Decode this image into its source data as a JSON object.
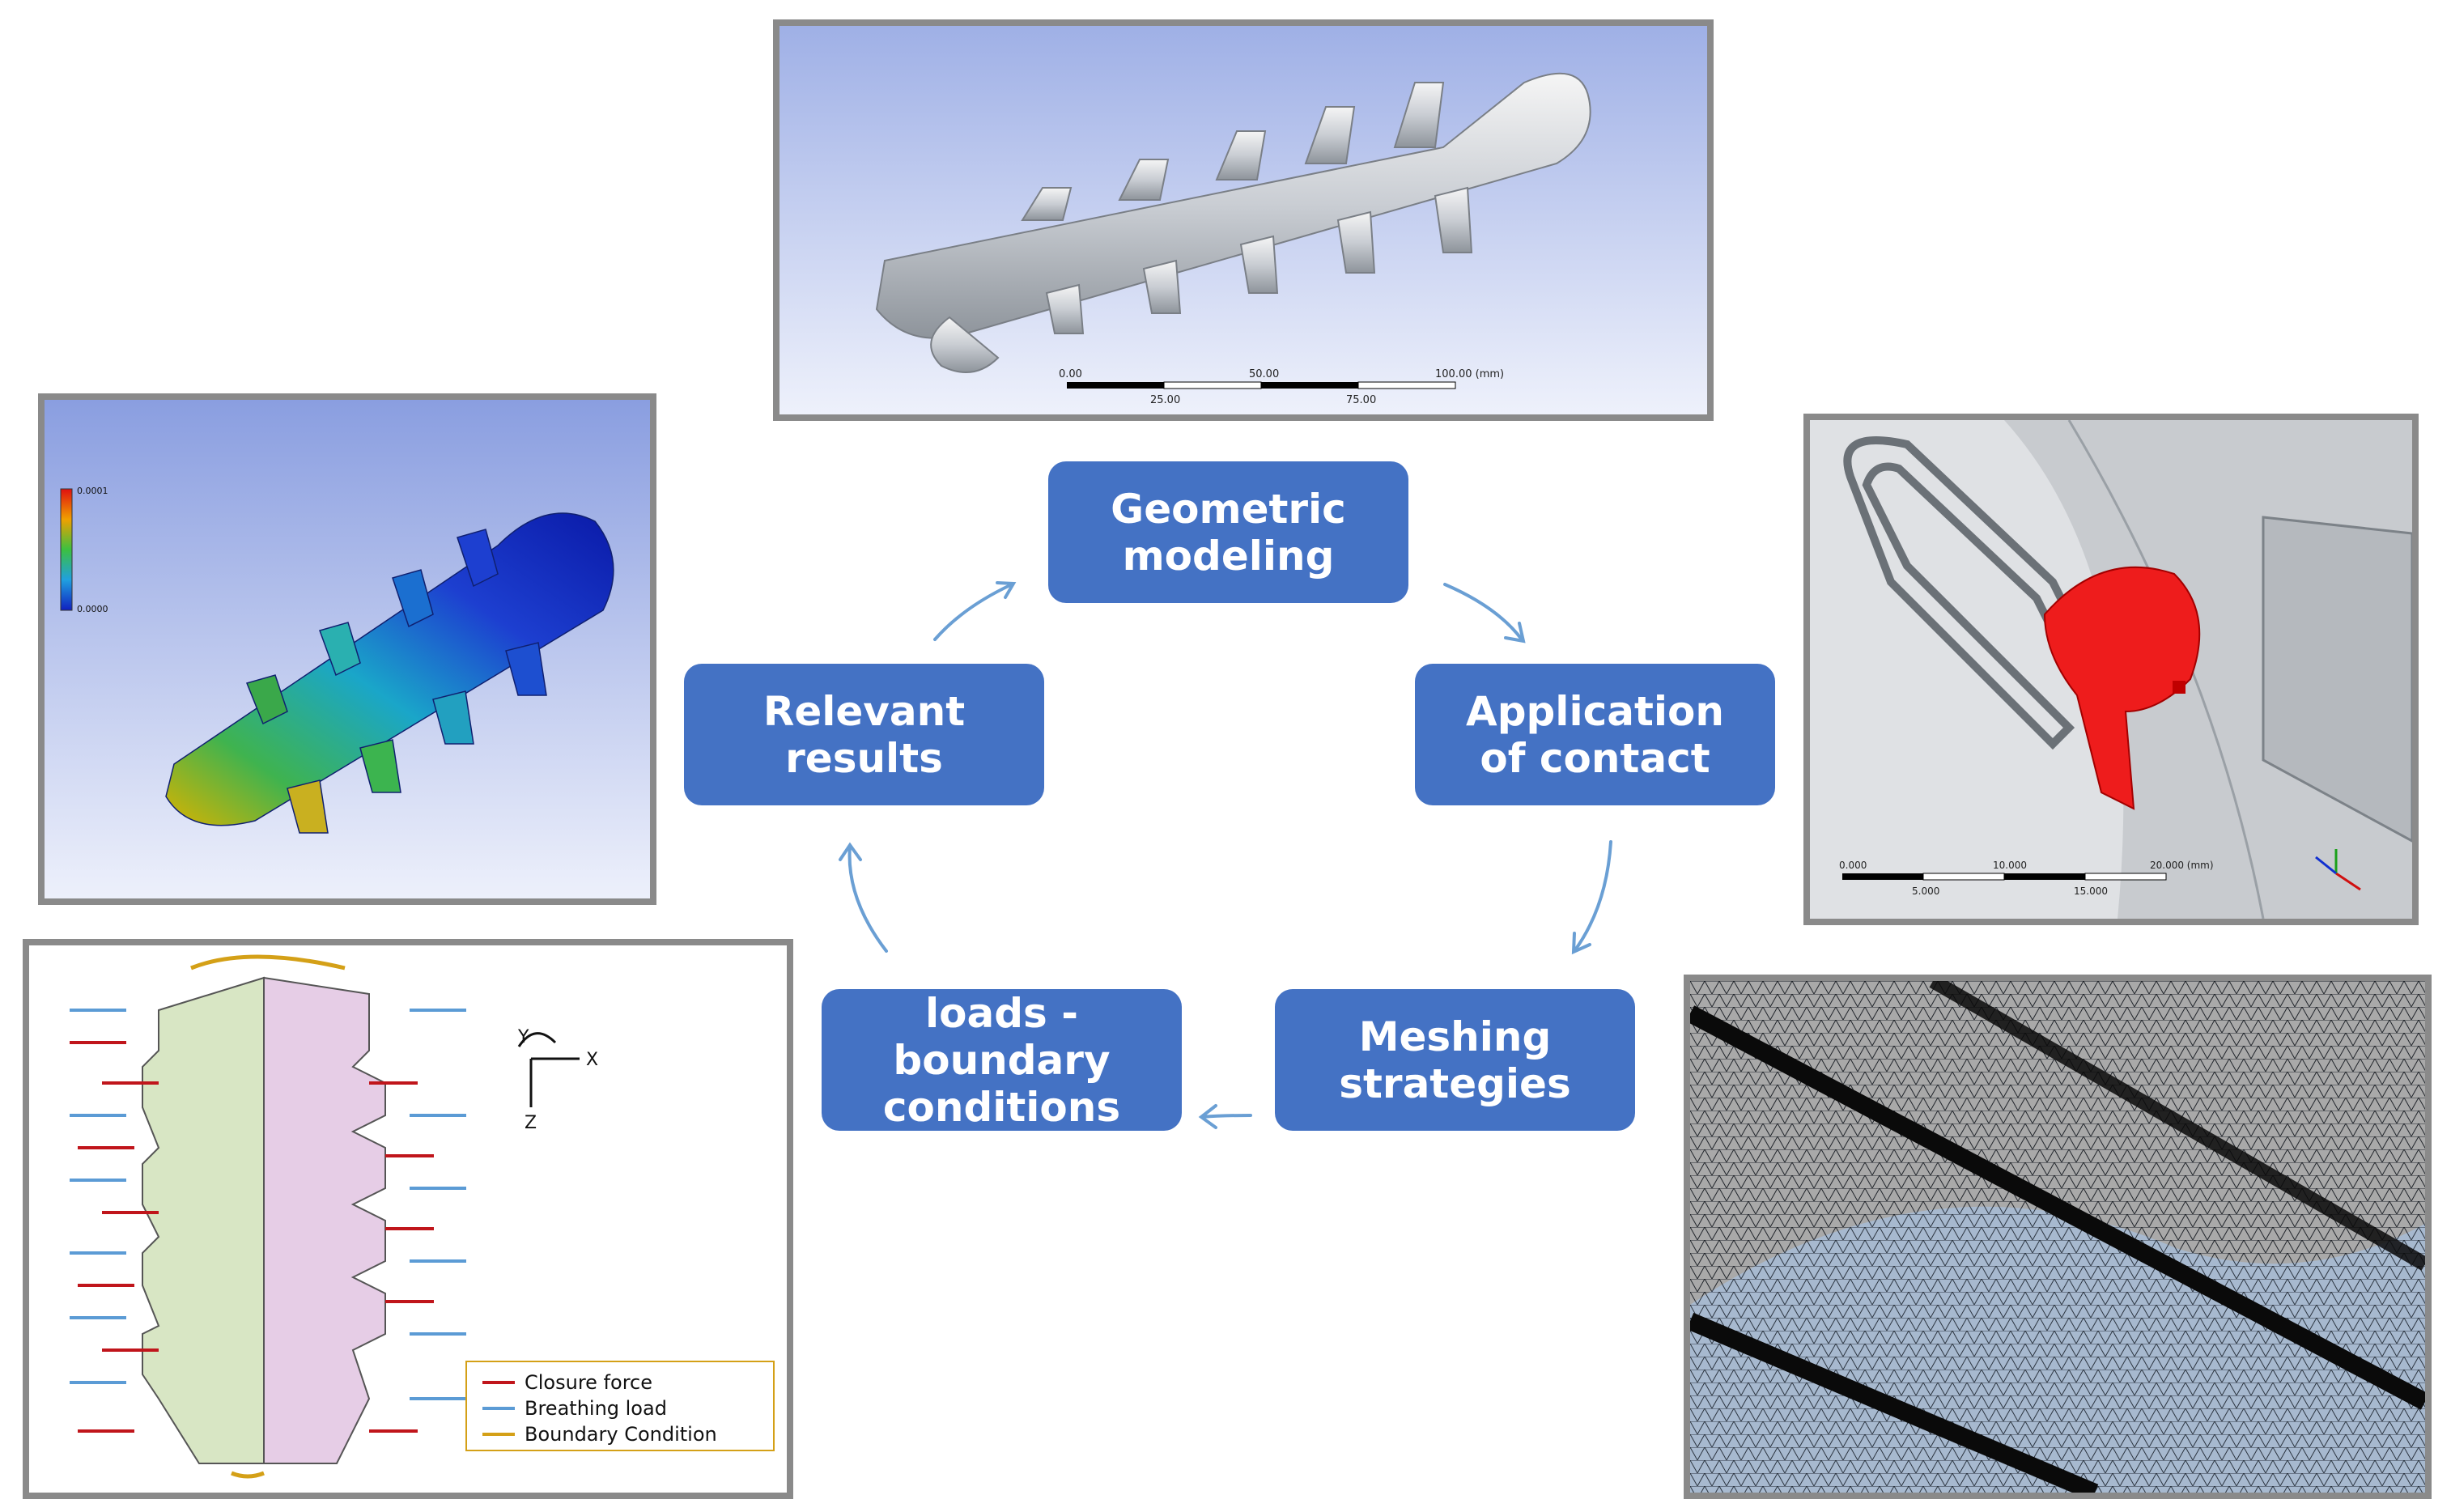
{
  "steps": {
    "geometric": [
      "Geometric",
      "modeling"
    ],
    "contact": [
      "Application",
      "of contact"
    ],
    "meshing": [
      "Meshing",
      "strategies"
    ],
    "loads": [
      "loads -",
      "boundary",
      "conditions"
    ],
    "results": [
      "Relevant",
      "results"
    ]
  },
  "geometry_panel": {
    "scale_ticks_top": [
      "0.00",
      "50.00",
      "100.00 (mm)"
    ],
    "scale_ticks_bottom": [
      "25.00",
      "75.00"
    ]
  },
  "contact_panel": {
    "scale_ticks_top": [
      "0.000",
      "10.000",
      "20.000 (mm)"
    ],
    "scale_ticks_bottom": [
      "5.000",
      "15.000"
    ]
  },
  "results_panel": {
    "legend_values": [
      "0.0001",
      "0.0000"
    ]
  },
  "loads_panel": {
    "axis_labels": {
      "y": "Y",
      "x": "X",
      "z": "Z"
    },
    "legend": [
      {
        "label": "Closure force",
        "color": "#c0151b"
      },
      {
        "label": "Breathing load",
        "color": "#5b9bd5"
      },
      {
        "label": "Boundary Condition",
        "color": "#d4a017"
      }
    ]
  },
  "colors": {
    "step_fill": "#4472c4",
    "arrow": "#6a9fd4",
    "panel_border": "#8a8a8a"
  }
}
